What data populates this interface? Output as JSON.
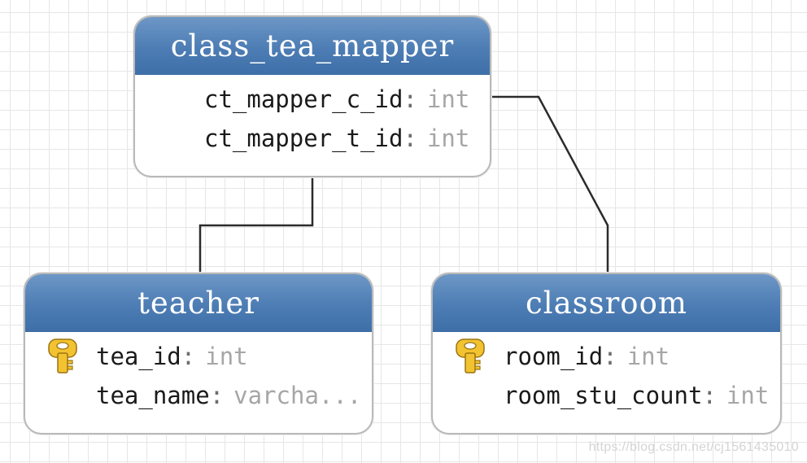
{
  "entities": {
    "mapper": {
      "name": "class_tea_mapper",
      "fields": [
        {
          "name": "ct_mapper_c_id",
          "type": "int",
          "primary_key": false
        },
        {
          "name": "ct_mapper_t_id",
          "type": "int",
          "primary_key": false
        }
      ]
    },
    "teacher": {
      "name": "teacher",
      "fields": [
        {
          "name": "tea_id",
          "type": "int",
          "primary_key": true
        },
        {
          "name": "tea_name",
          "type": "varcha...",
          "primary_key": false
        }
      ]
    },
    "classroom": {
      "name": "classroom",
      "fields": [
        {
          "name": "room_id",
          "type": "int",
          "primary_key": true
        },
        {
          "name": "room_stu_count",
          "type": "int",
          "primary_key": false
        }
      ]
    }
  },
  "separator": ":",
  "icons": {
    "primary_key": "key-icon"
  },
  "colors": {
    "header_top": "#6d97c6",
    "header_bottom": "#3f6fa8",
    "connector": "#2b2b2b",
    "key_gold": "#f2c230"
  },
  "watermark": "https://blog.csdn.net/cj1561435010"
}
